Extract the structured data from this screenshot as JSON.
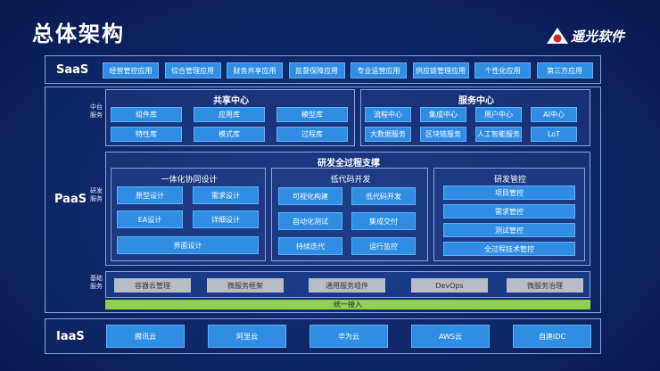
{
  "title": "总体架构",
  "logo": {
    "text": "遥光软件"
  },
  "saas": {
    "label": "SaaS",
    "items": [
      "经营管控应用",
      "综合管理应用",
      "财务共享应用",
      "监督保障应用",
      "专业运营应用",
      "供应链管理应用",
      "个性化应用",
      "第三方应用"
    ]
  },
  "paas": {
    "label": "PaaS",
    "zhongtai_label": "中台服务",
    "yanfa_label": "研发服务",
    "jichu_label": "基础服务",
    "shared_center": {
      "title": "共享中心",
      "items": [
        "组件库",
        "应用库",
        "模型库",
        "特性库",
        "模式库",
        "过程库"
      ]
    },
    "service_center": {
      "title": "服务中心",
      "items": [
        "流程中心",
        "集成中心",
        "用户中心",
        "AI中心",
        "大数据服务",
        "区块链服务",
        "人工智能服务",
        "LoT"
      ]
    },
    "rd_process": {
      "title": "研发全过程支撑",
      "integrated": {
        "title": "一体化协同设计",
        "items": [
          "原型设计",
          "需求设计",
          "EA设计",
          "详细设计",
          "界面设计"
        ]
      },
      "lowcode": {
        "title": "低代码开发",
        "items": [
          "可视化构建",
          "低代码开发",
          "自动化测试",
          "集成交付",
          "持续迭代",
          "运行监控"
        ]
      },
      "rd_mgmt": {
        "title": "研发管控",
        "items": [
          "项目管控",
          "需求管控",
          "测试管控",
          "全过程技术管控"
        ]
      }
    },
    "base": {
      "items": [
        "容器云管理",
        "微服务框架",
        "通用服务组件",
        "DevOps",
        "微服务治理"
      ],
      "unified": "统一接入"
    }
  },
  "iaas": {
    "label": "IaaS",
    "items": [
      "腾讯云",
      "阿里云",
      "华为云",
      "AWS云",
      "自建IDC"
    ]
  }
}
